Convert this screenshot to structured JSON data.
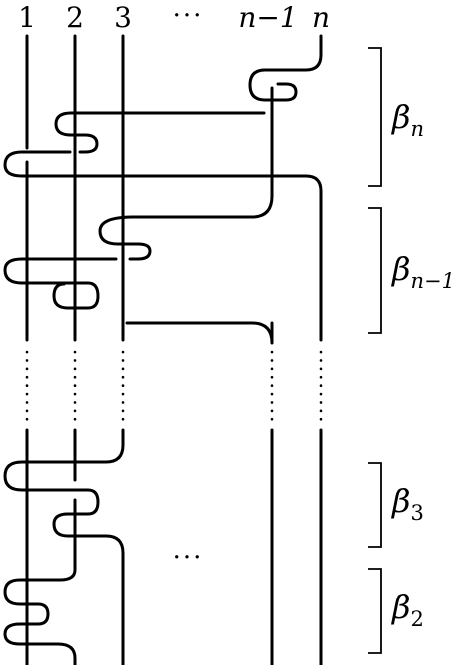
{
  "strand_labels": {
    "s1": "1",
    "s2": "2",
    "s3": "3",
    "dots": "···",
    "n_minus_1": "n−1",
    "n": "n"
  },
  "middle_dots": "···",
  "blocks": [
    {
      "symbol": "β",
      "subscript": "n"
    },
    {
      "symbol": "β",
      "subscript": "n−1"
    },
    {
      "symbol": "β",
      "subscript": "3"
    },
    {
      "symbol": "β",
      "subscript": "2"
    }
  ]
}
